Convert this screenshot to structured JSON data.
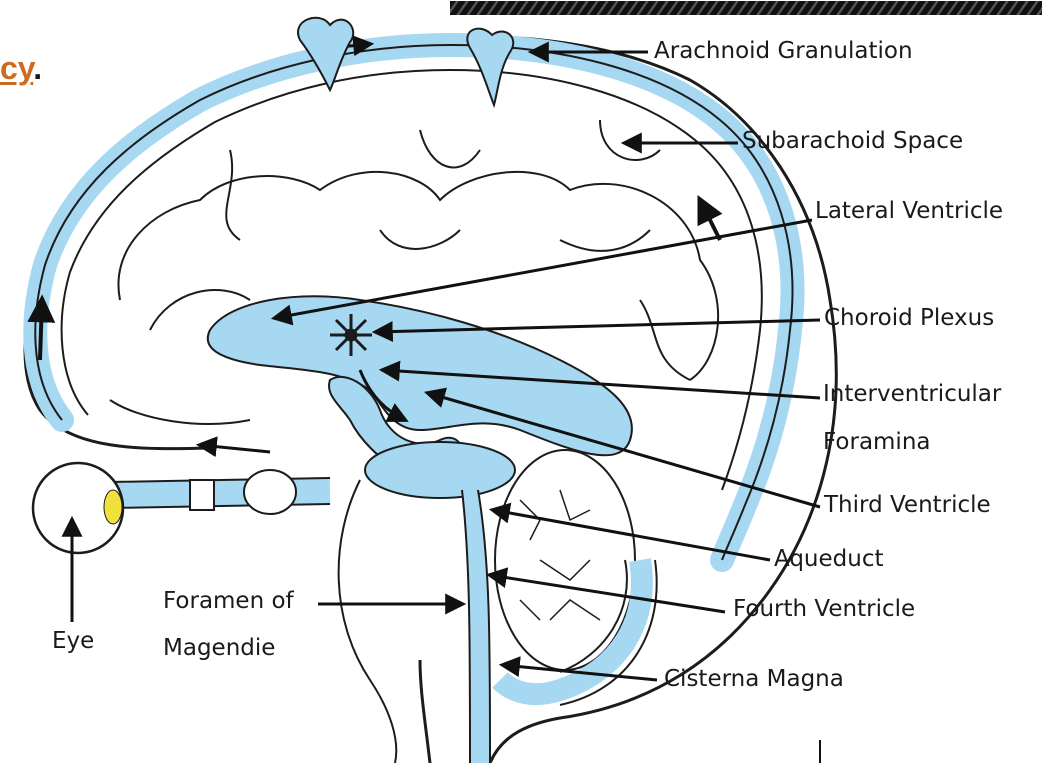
{
  "colors": {
    "csf": "#a7d8f2",
    "csf_dark": "#7ec1e6",
    "outline": "#1c1c1c",
    "link": "#cc6a1f",
    "lens": "#f0e23a",
    "hatch": "#2a2a2a"
  },
  "header": {
    "link_fragment": "cy",
    "link_punct": "."
  },
  "labels": {
    "arachnoid": "Arachnoid Granulation",
    "subarachnoid": "Subarachoid Space",
    "lateral": "Lateral Ventricle",
    "choroid": "Choroid Plexus",
    "interventricular_1": "Interventricular",
    "interventricular_2": "Foramina",
    "third": "Third Ventricle",
    "aqueduct": "Aqueduct",
    "fourth": "Fourth Ventricle",
    "cisterna": "Cisterna Magna",
    "magendie_1": "Foramen of",
    "magendie_2": "Magendie",
    "eye": "Eye"
  }
}
